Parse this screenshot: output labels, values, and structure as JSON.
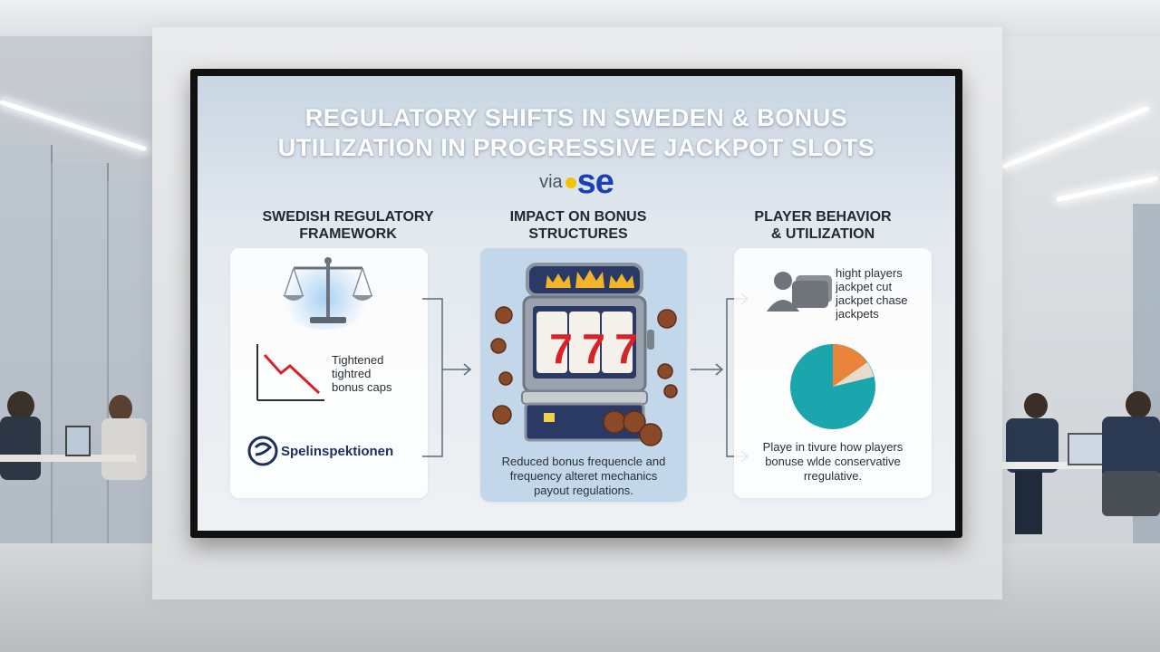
{
  "screen": {
    "title_lines": [
      "REGULATORY SHIFTS IN SWEDEN & BONUS",
      "UTILIZATION IN PROGRESSIVE JACKPOT SLOTS"
    ],
    "via_word": "via",
    "via_brand": "se",
    "columns": [
      {
        "heading_lines": [
          "SWEDISH REGULATORY",
          "FRAMEWORK"
        ],
        "chart_label_lines": [
          "Tightened",
          "tightred",
          "bonus caps"
        ],
        "logo_text": "Spelinspektionen"
      },
      {
        "heading_lines": [
          "IMPACT ON BONUS",
          "STRUCTURES"
        ],
        "slot_reels": [
          "7",
          "7",
          "7"
        ],
        "caption_lines": [
          "Reduced bonus frequencle and",
          "frequency alteret mechanics",
          "payout regulations."
        ]
      },
      {
        "heading_lines": [
          "PLAYER BEHAVIOR",
          "& UTILIZATION"
        ],
        "player_label_lines": [
          "hight players",
          "jackpet cut",
          "jackpet chase",
          "jackpets"
        ],
        "caption_lines": [
          "Playe in tivure how players",
          "bonuse wlde conservative",
          "rregulative."
        ]
      }
    ],
    "colors": {
      "title": "#ffffff",
      "brand_blue": "#1b3fb8",
      "brand_dot": "#f2c200",
      "pie_main": "#1ba5ad",
      "pie_orange": "#e8853a",
      "pie_beige": "#e7dcc7",
      "chart_line": "#d8222a"
    }
  }
}
